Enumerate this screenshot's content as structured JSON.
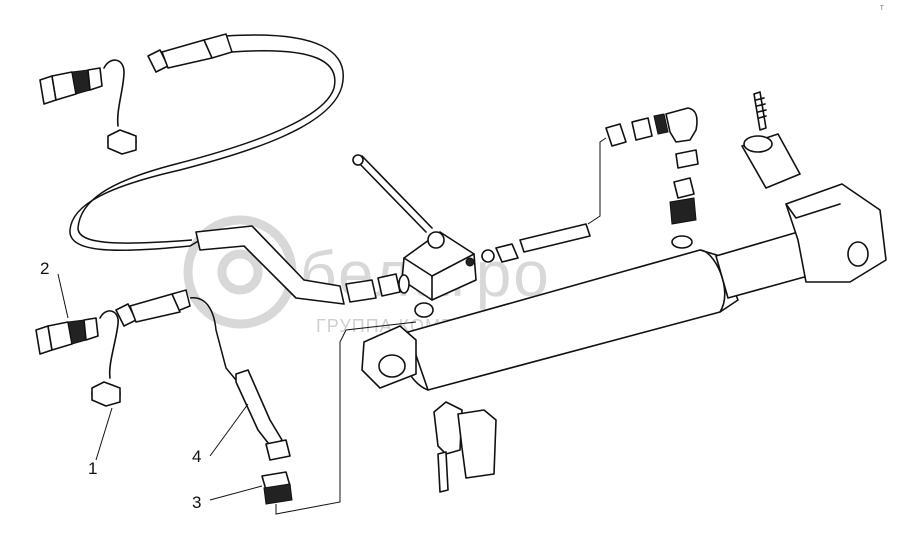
{
  "watermark": {
    "brand": "белагро",
    "subtitle": "ГРУППА КОМПАНИЙ"
  },
  "corner_mark": "Т",
  "callouts": [
    {
      "number": "1"
    },
    {
      "number": "2"
    },
    {
      "number": "3"
    },
    {
      "number": "4"
    }
  ],
  "colors": {
    "line": "#111111",
    "watermark": "#d8d8d8",
    "background": "#ffffff"
  }
}
